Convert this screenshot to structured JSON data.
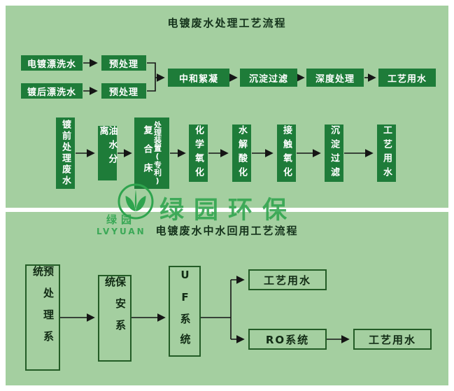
{
  "colors": {
    "panel_bg": "#a4cfa0",
    "box_fill": "#1e7c39",
    "box_text": "#ffffff",
    "outline_border": "#235c26",
    "outline_text": "#122c15",
    "title_text": "#14321b",
    "arrow": "#151515",
    "brand_green": "#2fa44e"
  },
  "top_chart": {
    "title": "电镀废水处理工艺流程",
    "inputs": [
      {
        "source": "电镀漂洗水",
        "stage": "预处理"
      },
      {
        "source": "镀后漂洗水",
        "stage": "预处理"
      }
    ],
    "main_chain": [
      "中和絮凝",
      "沉淀过滤",
      "深度处理",
      "工艺用水"
    ],
    "second_chain": [
      {
        "label": "镀前处理废水"
      },
      {
        "label": "油水分离"
      },
      {
        "label": "复合床处理装置(专利)",
        "col1": "复合床",
        "col2": "处理装置(专利)"
      },
      {
        "label": "化学氧化"
      },
      {
        "label": "水解酸化"
      },
      {
        "label": "接触氧化"
      },
      {
        "label": "沉淀过滤"
      },
      {
        "label": "工艺用水"
      }
    ]
  },
  "bottom_chart": {
    "title": "电镀废水中水回用工艺流程",
    "chain": [
      "预处理系统",
      "保安系统",
      "UF系统"
    ],
    "branch_top": "工艺用水",
    "ro_box": "RO系统",
    "ro_output": "工艺用水"
  },
  "watermark": {
    "brand": "绿园环保",
    "brand_small": "绿园",
    "brand_latin": "LVYUAN"
  }
}
